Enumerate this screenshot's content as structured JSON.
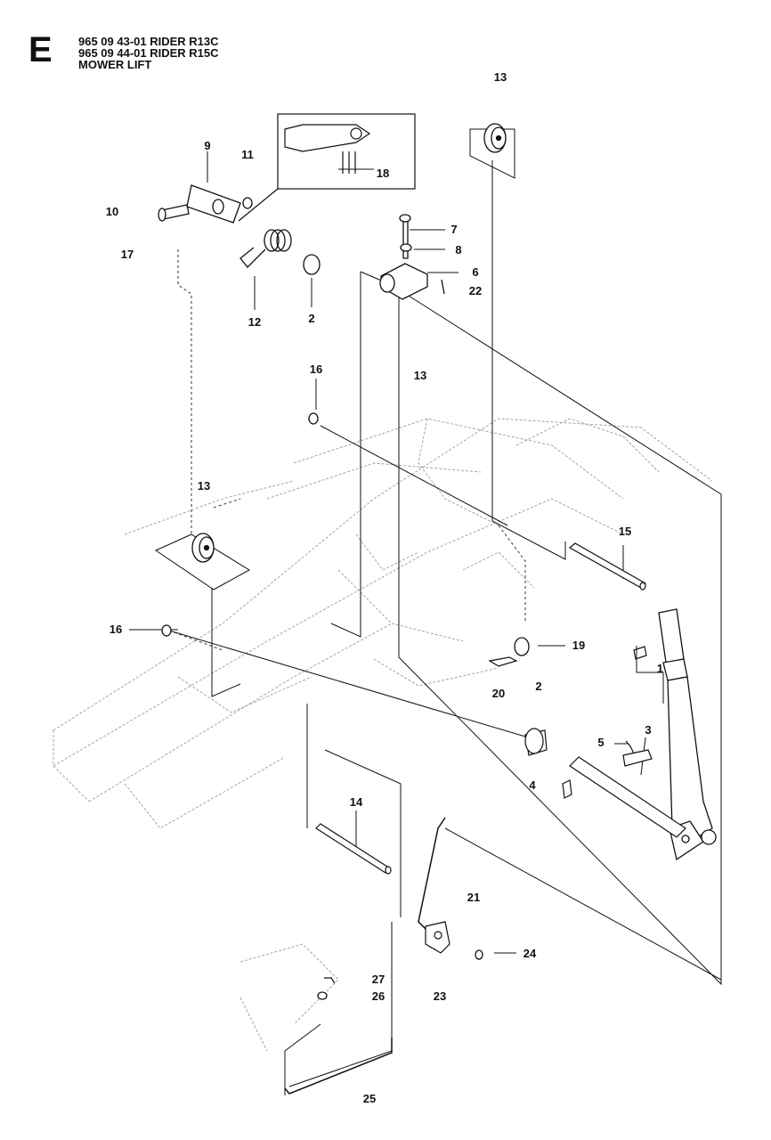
{
  "header": {
    "section_letter": "E",
    "lines": [
      "965 09 43-01 RIDER R13C",
      "965 09 44-01 RIDER R15C",
      "MOWER LIFT"
    ]
  },
  "callouts": {
    "c1": "1",
    "c2a": "2",
    "c2b": "2",
    "c3": "3",
    "c4": "4",
    "c5": "5",
    "c6": "6",
    "c7": "7",
    "c8": "8",
    "c9": "9",
    "c10": "10",
    "c11": "11",
    "c12": "12",
    "c13a": "13",
    "c13b": "13",
    "c13c": "13",
    "c14": "14",
    "c15": "15",
    "c16a": "16",
    "c16b": "16",
    "c17": "17",
    "c18": "18",
    "c19": "19",
    "c20": "20",
    "c21": "21",
    "c22": "22",
    "c23": "23",
    "c24": "24",
    "c25": "25",
    "c26": "26",
    "c27": "27"
  }
}
